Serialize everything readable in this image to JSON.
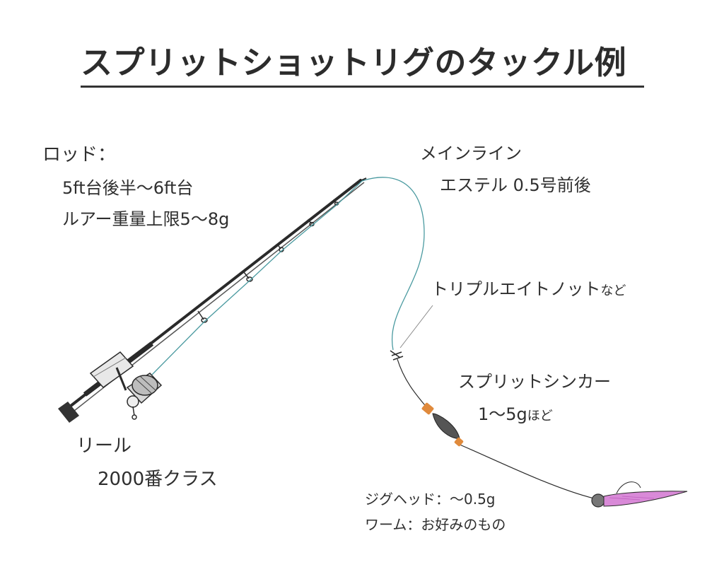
{
  "title": "スプリットショットリグのタックル例",
  "rod": {
    "heading": "ロッド：",
    "length": "5ft台後半〜6ft台",
    "lure_weight": "ルアー重量上限5〜8g"
  },
  "main_line": {
    "heading": "メインライン",
    "spec": "エステル 0.5号前後"
  },
  "knot": {
    "name": "トリプルエイトノット",
    "suffix": "など"
  },
  "sinker": {
    "heading": "スプリットシンカー",
    "weight": "1〜5g",
    "suffix": "ほど"
  },
  "reel": {
    "heading": "リール",
    "size": "2000番クラス"
  },
  "jighead": "ジグヘッド：〜0.5g",
  "worm": "ワーム：お好みのもの",
  "colors": {
    "line": "#4a9aa0",
    "sinker_stopper": "#e08a3c",
    "worm": "#d98ad8",
    "ink": "#2a2a2a"
  }
}
